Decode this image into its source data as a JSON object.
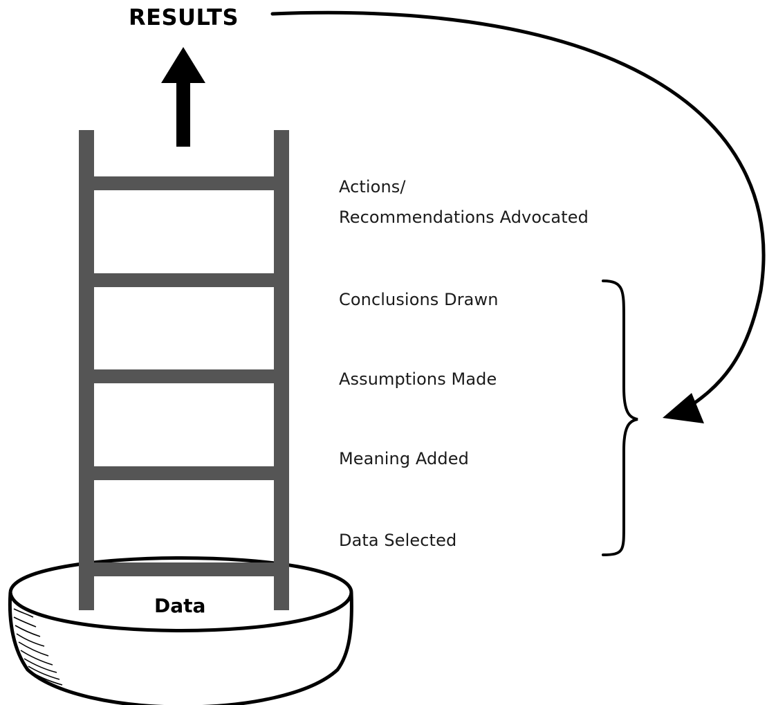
{
  "diagram": {
    "results_label": "RESULTS",
    "pool_label": "Data",
    "rungs": [
      {
        "line1": "Actions/",
        "line2": "Recommendations Advocated"
      },
      {
        "line1": "Conclusions Drawn"
      },
      {
        "line1": "Assumptions Made"
      },
      {
        "line1": "Meaning Added"
      },
      {
        "line1": "Data Selected"
      }
    ],
    "colors": {
      "ladder": "#555555",
      "ink": "#000000",
      "text": "#1a1a1a"
    }
  }
}
